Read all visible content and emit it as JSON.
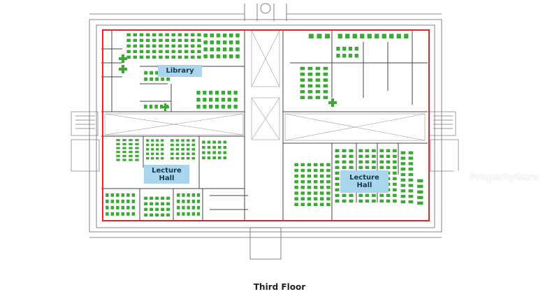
{
  "labels": {
    "library": "Library",
    "lecture_hall_left": "Lecture\nHall",
    "lecture_hall_right": "Lecture\nHall"
  },
  "caption": "Third Floor",
  "watermark": {
    "brand": "PropertyGuru"
  },
  "colors": {
    "boundary": "#e3262d",
    "seating": "#3aa935",
    "label_fill": "#a9d6ec",
    "linework": "#555555"
  }
}
